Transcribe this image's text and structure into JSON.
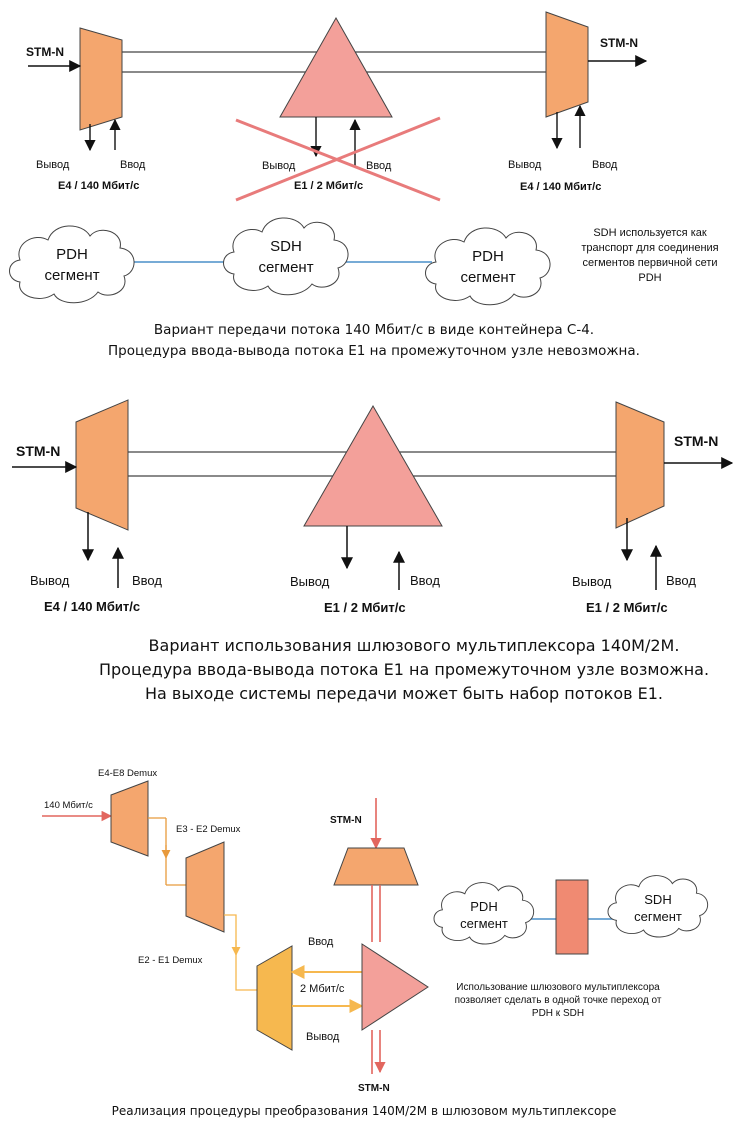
{
  "colors": {
    "mux": "#f4a66e",
    "mux_stroke": "#444444",
    "node": "#f3a09a",
    "cross": "#e87b7b",
    "cloud_link": "#4a8fc9",
    "mux_yellow": "#f6b84f",
    "red_arrow": "#e2665e",
    "orange_arrow": "#e89a3c",
    "gw_box": "#f08a72"
  },
  "diagram1": {
    "stm_in": "STM-N",
    "stm_out": "STM-N",
    "left_out": "Вывод",
    "left_in": "Ввод",
    "left_rate": "E4 / 140 Мбит/с",
    "mid_out": "Вывод",
    "mid_in": "Ввод",
    "mid_rate": "E1 / 2 Мбит/с",
    "right_out": "Вывод",
    "right_in": "Ввод",
    "right_rate": "E4 / 140 Мбит/с",
    "cloud_left": [
      "PDH",
      "сегмент"
    ],
    "cloud_mid": [
      "SDH",
      "сегмент"
    ],
    "cloud_right": [
      "PDH",
      "сегмент"
    ],
    "note": [
      "SDH используется как",
      "транспорт для соединения",
      "сегментов первичной сети",
      "PDH"
    ],
    "caption": [
      "Вариант передачи потока 140 Мбит/с в виде контейнера С-4.",
      "Процедура ввода-вывода потока Е1 на промежуточном узле невозможна."
    ]
  },
  "diagram2": {
    "stm_in": "STM-N",
    "stm_out": "STM-N",
    "left_out": "Вывод",
    "left_in": "Ввод",
    "left_rate": "E4 / 140 Мбит/с",
    "mid_out": "Вывод",
    "mid_in": "Ввод",
    "mid_rate": "E1 / 2 Мбит/с",
    "right_out": "Вывод",
    "right_in": "Ввод",
    "right_rate": "E1 / 2 Мбит/с",
    "caption": [
      "Вариант использования шлюзового мультиплексора 140М/2М.",
      "Процедура ввода-вывода потока Е1 на промежуточном узле возможна.",
      "На выходе системы передачи может быть набор потоков Е1."
    ]
  },
  "diagram3": {
    "demux1": "E4-E8 Demux",
    "demux2": "E3 - E2 Demux",
    "demux3": "E2 - E1 Demux",
    "rate_in": "140 Мбит/с",
    "stm_top": "STM-N",
    "stm_bottom": "STM-N",
    "vvod": "Ввод",
    "rate_2m": "2 Мбит/с",
    "vyvod": "Вывод",
    "cloud_pdh": [
      "PDH",
      "сегмент"
    ],
    "cloud_sdh": [
      "SDH",
      "сегмент"
    ],
    "note": [
      "Использование шлюзового мультиплексора",
      "позволяет сделать в одной точке переход от",
      "PDH к SDH"
    ],
    "caption": "Реализация процедуры преобразования 140М/2М в шлюзовом мультиплексоре"
  }
}
